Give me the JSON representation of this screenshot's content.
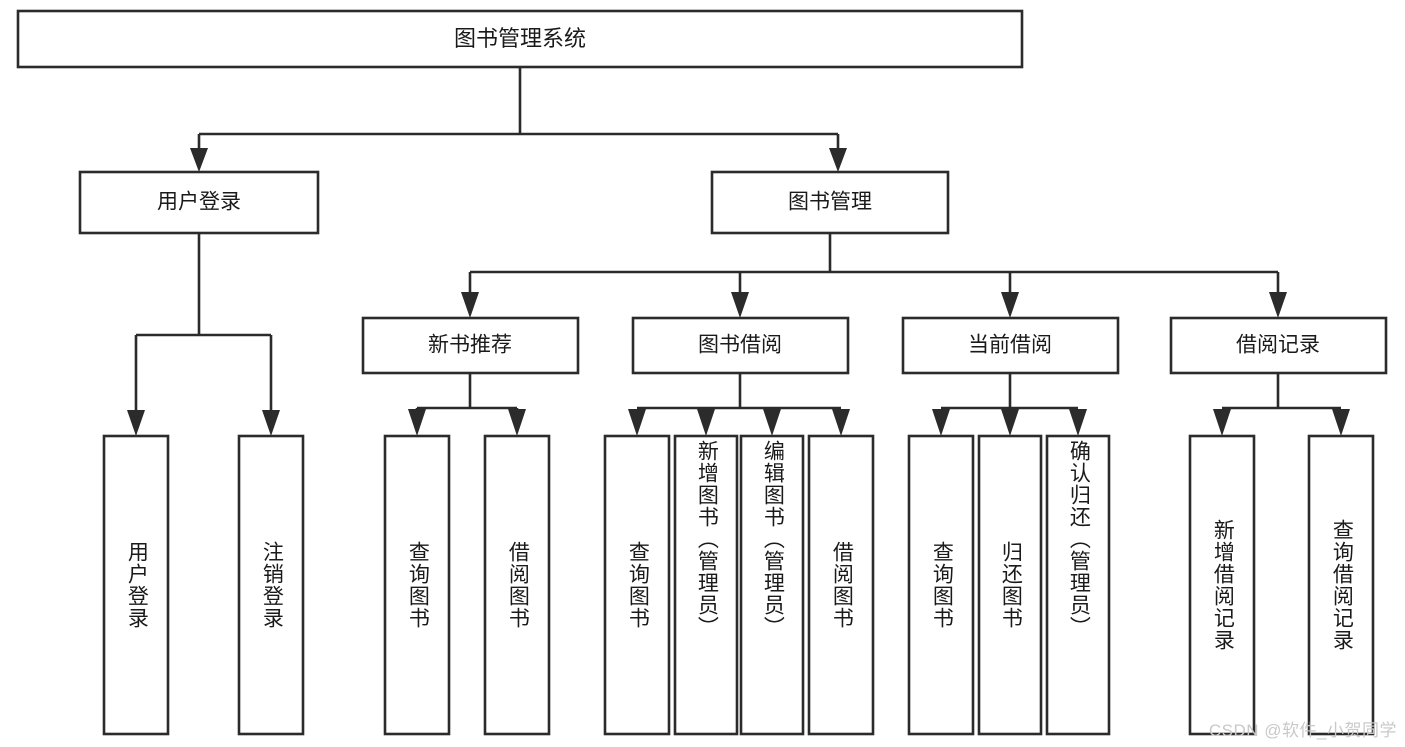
{
  "diagram": {
    "type": "tree-hierarchy",
    "title_node": {
      "label": "图书管理系统"
    },
    "level2": [
      {
        "id": "user-login",
        "label": "用户登录"
      },
      {
        "id": "book-management",
        "label": "图书管理"
      }
    ],
    "level3": [
      {
        "id": "new-book-recommend",
        "label": "新书推荐"
      },
      {
        "id": "book-borrow",
        "label": "图书借阅"
      },
      {
        "id": "current-borrow",
        "label": "当前借阅"
      },
      {
        "id": "borrow-record",
        "label": "借阅记录"
      }
    ],
    "leaves": [
      {
        "id": "leaf-user-login",
        "label": "用户登录",
        "parent": "user-login"
      },
      {
        "id": "leaf-logout-login",
        "label": "注销登录",
        "parent": "user-login"
      },
      {
        "id": "leaf-query-book-1",
        "label": "查询图书",
        "parent": "new-book-recommend"
      },
      {
        "id": "leaf-borrow-book-1",
        "label": "借阅图书",
        "parent": "new-book-recommend"
      },
      {
        "id": "leaf-query-book-2",
        "label": "查询图书",
        "parent": "book-borrow"
      },
      {
        "id": "leaf-add-book",
        "label": "新增图书（管理员）",
        "parent": "book-borrow"
      },
      {
        "id": "leaf-edit-book",
        "label": "编辑图书（管理员）",
        "parent": "book-borrow"
      },
      {
        "id": "leaf-borrow-book-2",
        "label": "借阅图书",
        "parent": "book-borrow"
      },
      {
        "id": "leaf-query-book-3",
        "label": "查询图书",
        "parent": "current-borrow"
      },
      {
        "id": "leaf-return-book",
        "label": "归还图书",
        "parent": "current-borrow"
      },
      {
        "id": "leaf-confirm-return",
        "label": "确认归还（管理员）",
        "parent": "current-borrow"
      },
      {
        "id": "leaf-add-record",
        "label": "新增借阅记录",
        "parent": "borrow-record"
      },
      {
        "id": "leaf-query-record",
        "label": "查询借阅记录",
        "parent": "borrow-record"
      }
    ]
  },
  "watermark": {
    "text": "CSDN @软件_小贺同学"
  },
  "colors": {
    "stroke": "#2b2b2b",
    "fill": "#ffffff",
    "text": "#1a1a1a",
    "watermark": "#c9c9c9"
  }
}
